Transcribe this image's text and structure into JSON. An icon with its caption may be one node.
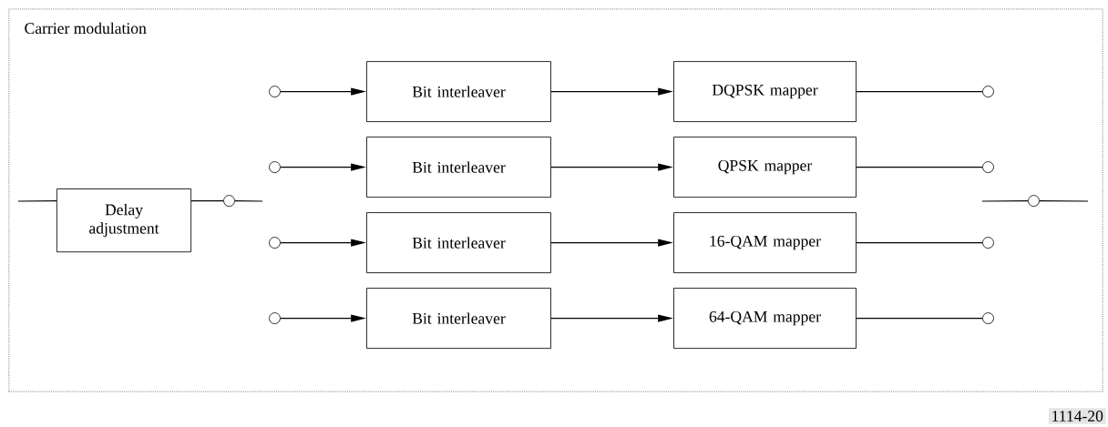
{
  "diagram": {
    "nodes": [
      {
        "text": [
          "Carrier modulation"
        ]
      },
      {
        "text": [
          "Delay adjustment"
        ],
        "in": 0
      },
      {
        "text": [],
        "shape": "circle",
        "in": 0
      },
      {
        "text": [],
        "shape": "circle",
        "in": 0
      },
      {
        "text": [
          "Bit interleaver"
        ],
        "in": 0
      },
      {
        "text": [
          "DQPSK mapper"
        ],
        "in": 0
      },
      {
        "text": [],
        "shape": "circle",
        "in": 0
      },
      {
        "text": [],
        "shape": "circle",
        "in": 0
      },
      {
        "text": [
          "Bit interleaver"
        ],
        "in": 0
      },
      {
        "text": [
          "QPSK mapper"
        ],
        "in": 0
      },
      {
        "text": [],
        "shape": "circle",
        "in": 0
      },
      {
        "text": [],
        "shape": "circle",
        "in": 0
      },
      {
        "text": [
          "Bit interleaver"
        ],
        "in": 0
      },
      {
        "text": [
          "16-QAM mapper"
        ],
        "in": 0
      },
      {
        "text": [],
        "shape": "circle",
        "in": 0
      },
      {
        "text": [],
        "shape": "circle",
        "in": 0
      },
      {
        "text": [
          "Bit interleaver"
        ],
        "in": 0
      },
      {
        "text": [
          "64-QAM mapper"
        ],
        "in": 0
      },
      {
        "text": [],
        "shape": "circle",
        "in": 0
      },
      {
        "text": [],
        "shape": "circle",
        "in": 0
      }
    ],
    "edges": [
      {
        "from": null,
        "to": 1,
        "arrow": "none"
      },
      {
        "from": 1,
        "to": 2,
        "arrow": "none"
      },
      {
        "from": 2,
        "to": null,
        "arrow": "none"
      },
      {
        "from": 3,
        "to": 4,
        "arrow": "to"
      },
      {
        "from": 4,
        "to": 5,
        "arrow": "to"
      },
      {
        "from": 5,
        "to": 6,
        "arrow": "none"
      },
      {
        "from": 7,
        "to": 8,
        "arrow": "to"
      },
      {
        "from": 8,
        "to": 9,
        "arrow": "to"
      },
      {
        "from": 9,
        "to": 10,
        "arrow": "none"
      },
      {
        "from": 11,
        "to": 12,
        "arrow": "to"
      },
      {
        "from": 12,
        "to": 13,
        "arrow": "to"
      },
      {
        "from": 13,
        "to": 14,
        "arrow": "none"
      },
      {
        "from": 15,
        "to": 16,
        "arrow": "to"
      },
      {
        "from": 16,
        "to": 17,
        "arrow": "to"
      },
      {
        "from": 17,
        "to": 18,
        "arrow": "none"
      },
      {
        "from": null,
        "to": 19,
        "arrow": "none"
      },
      {
        "from": 19,
        "to": null,
        "arrow": "none"
      }
    ],
    "labels": [
      "1114-20"
    ]
  }
}
